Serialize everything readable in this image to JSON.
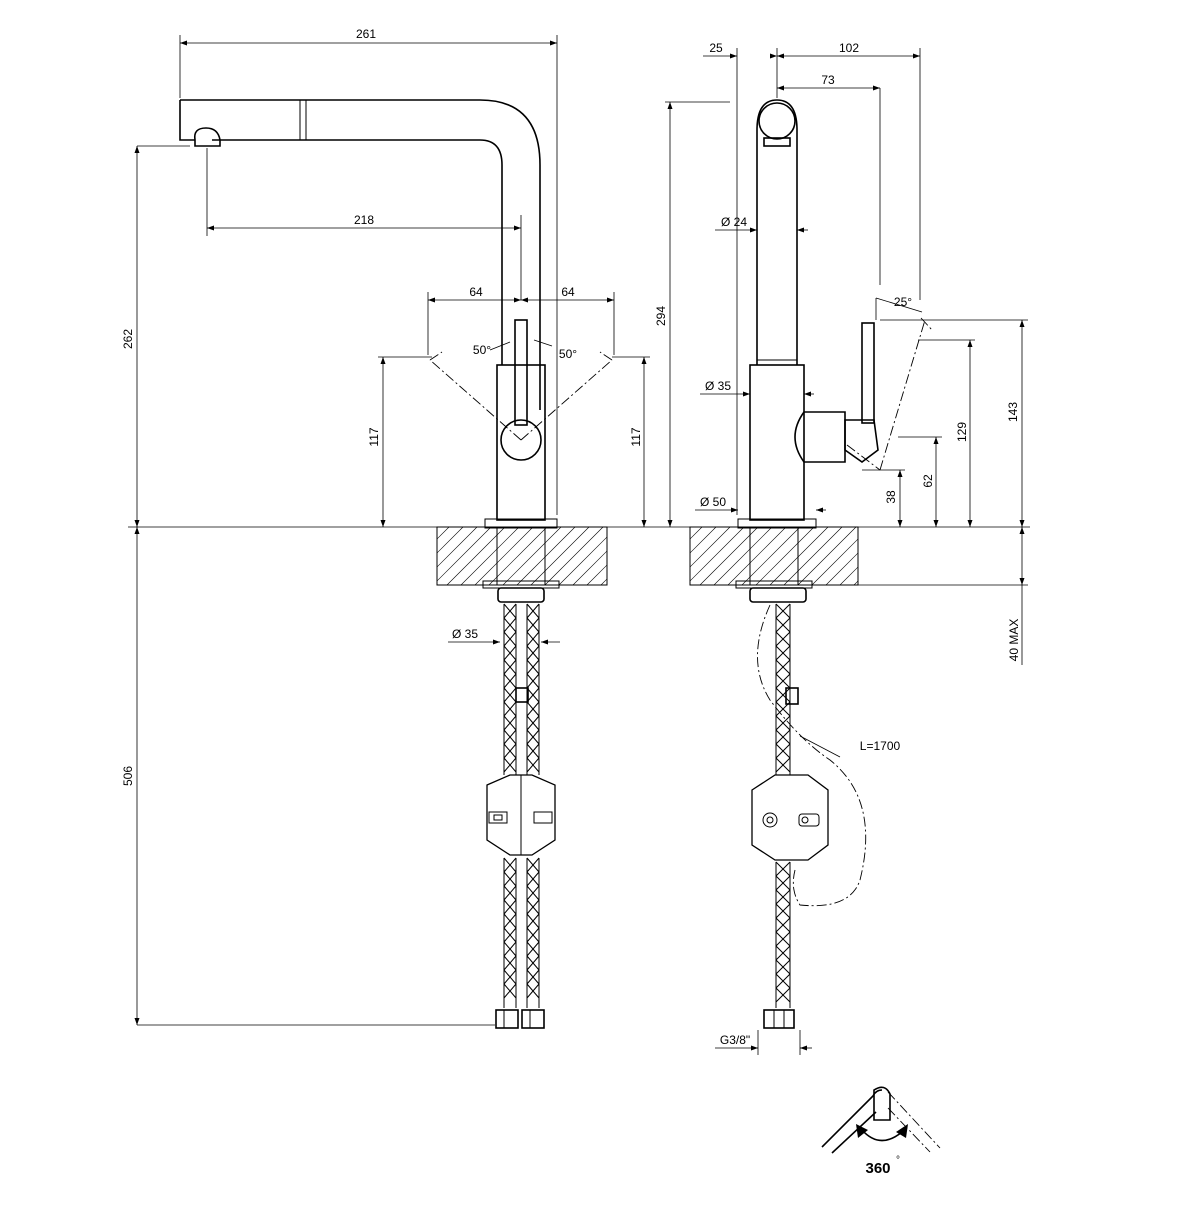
{
  "front_view": {
    "spout_reach": "261",
    "outlet_reach": "218",
    "lever_left_reach": "64",
    "lever_right_reach": "64",
    "lever_angle_left": "50°",
    "lever_angle_right": "50°",
    "lever_height_left": "117",
    "lever_height_right": "117",
    "outlet_height": "262",
    "below_deck_length": "506",
    "hose_diameter": "Ø 35"
  },
  "side_view": {
    "top_offset": "25",
    "head_depth": "102",
    "head_axis": "73",
    "spout_height": "294",
    "tube_diameter": "Ø 24",
    "lever_tilt": "25°",
    "body_diameter": "Ø 35",
    "base_diameter": "Ø 50",
    "lever_total_height": "143",
    "lever_top_height": "129",
    "lever_pivot_height": "62",
    "lever_base_height": "38",
    "deck_thickness": "40 MAX",
    "hose_length": "L=1700",
    "connection_thread": "G3/8\""
  },
  "rotation_icon": {
    "label": "360",
    "degree": "°"
  }
}
